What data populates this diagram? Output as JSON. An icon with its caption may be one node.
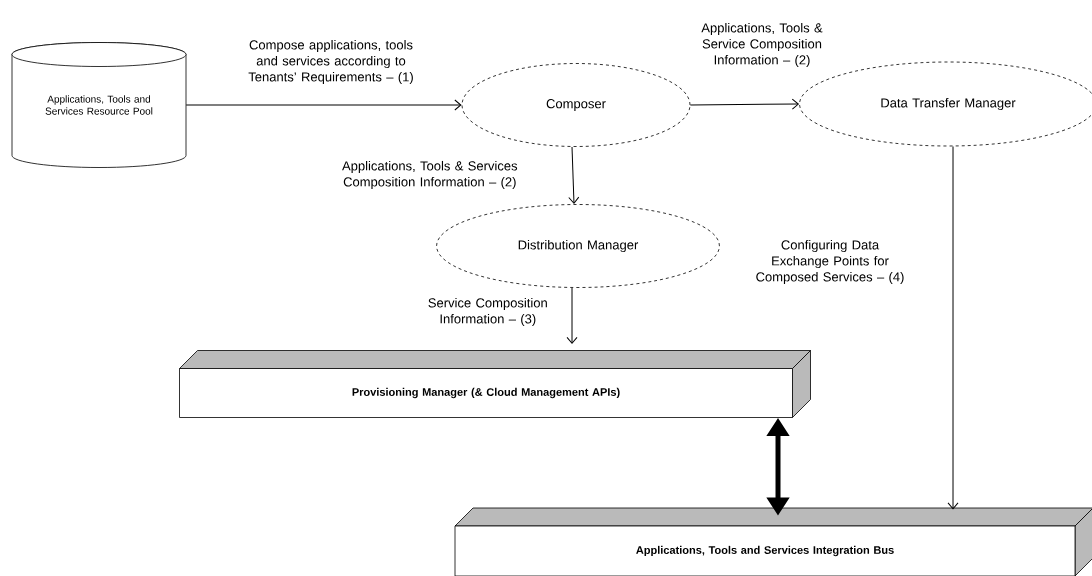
{
  "diagram": {
    "nodes": [
      {
        "text": [
          "Applications, Tools and Services Resource Pool"
        ]
      },
      {
        "text": [
          "Composer"
        ]
      },
      {
        "text": [
          "Data Transfer Manager"
        ]
      },
      {
        "text": [
          "Distribution Manager"
        ]
      },
      {
        "text": [
          "Provisioning Manager (& Cloud Management APIs)"
        ]
      },
      {
        "text": [
          "Applications, Tools and Services Integration Bus"
        ]
      }
    ],
    "edges": [
      {
        "from": 0,
        "to": 1,
        "arrow": "to",
        "label": "Compose applications, tools and services according to Tenants’ Requirements – (1)"
      },
      {
        "from": 1,
        "to": 2,
        "arrow": "to",
        "label": "Applications, Tools & Service Composition Information – (2)"
      },
      {
        "from": 1,
        "to": 3,
        "arrow": "to",
        "label": "Applications, Tools & Services Composition Information – (2)"
      },
      {
        "from": 3,
        "to": 4,
        "arrow": "to",
        "label": "Service Composition Information – (3)"
      },
      {
        "from": 2,
        "to": 5,
        "arrow": "to",
        "label": "Configuring Data Exchange Points for Composed Services – (4)"
      },
      {
        "from": 4,
        "to": 5,
        "arrow": "both",
        "style": "thick"
      }
    ]
  }
}
